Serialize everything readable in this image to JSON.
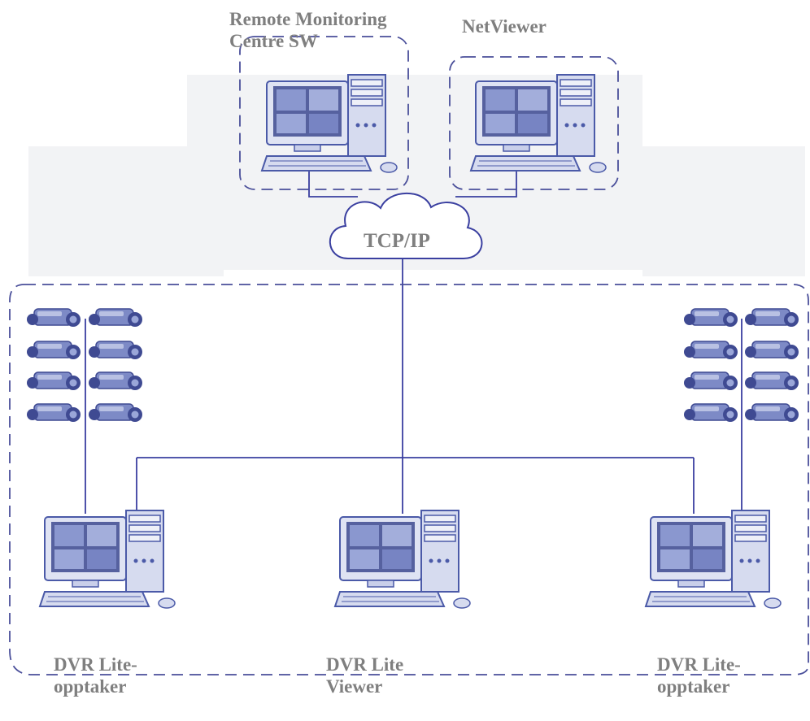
{
  "top_nodes": {
    "remote_monitoring": {
      "line1": "Remote Monitoring",
      "line2": "Centre SW"
    },
    "netviewer": {
      "label": "NetViewer"
    }
  },
  "network": {
    "label": "TCP/IP"
  },
  "bottom_nodes": {
    "left": {
      "line1": "DVR Lite-",
      "line2": "opptaker"
    },
    "center": {
      "line1": "DVR Lite",
      "line2": "Viewer"
    },
    "right": {
      "line1": "DVR Lite-",
      "line2": "opptaker"
    }
  },
  "colors": {
    "line": "#3a3fa0",
    "dash": "#4a4f9a",
    "label": "#7f7f7f",
    "device": "#4b5aa8",
    "device_light": "#b9c1e3",
    "screen": "#6a7bc0"
  },
  "icons": {
    "workstation": "desktop-computer-icon",
    "camera": "security-camera-icon",
    "cloud": "network-cloud-icon"
  }
}
